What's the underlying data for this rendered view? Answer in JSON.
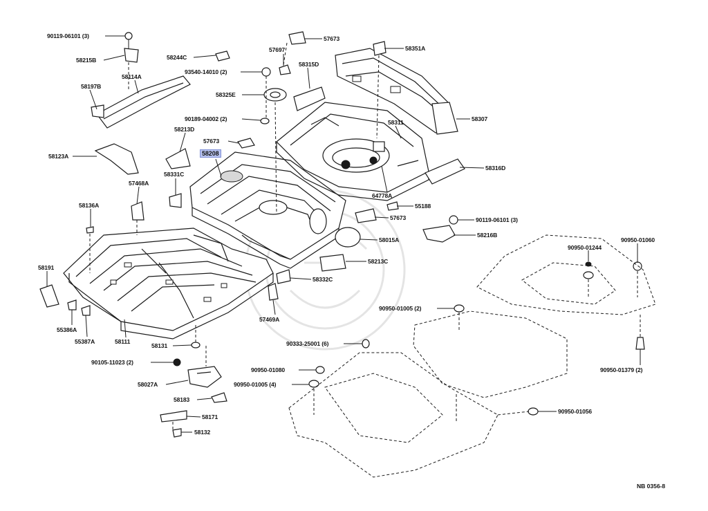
{
  "diagram": {
    "drawing_code": "NB 0356-8",
    "highlighted_part": "58208",
    "labels": [
      {
        "id": "p90119a",
        "text": "90119-06101 (3)"
      },
      {
        "id": "p58215b",
        "text": "58215B"
      },
      {
        "id": "p58114a",
        "text": "58114A"
      },
      {
        "id": "p58197b",
        "text": "58197B"
      },
      {
        "id": "p58123a",
        "text": "58123A"
      },
      {
        "id": "p58244c",
        "text": "58244C"
      },
      {
        "id": "p93540",
        "text": "93540-14010 (2)"
      },
      {
        "id": "p58325e",
        "text": "58325E"
      },
      {
        "id": "p90189",
        "text": "90189-04002 (2)"
      },
      {
        "id": "p58213d",
        "text": "58213D"
      },
      {
        "id": "p57673b",
        "text": "57673"
      },
      {
        "id": "p58208",
        "text": "58208"
      },
      {
        "id": "p58331c",
        "text": "58331C"
      },
      {
        "id": "p57468a",
        "text": "57468A"
      },
      {
        "id": "p58136a",
        "text": "58136A"
      },
      {
        "id": "p58191",
        "text": "58191"
      },
      {
        "id": "p55386a",
        "text": "55386A"
      },
      {
        "id": "p55387a",
        "text": "55387A"
      },
      {
        "id": "p58111",
        "text": "58111"
      },
      {
        "id": "p58131",
        "text": "58131"
      },
      {
        "id": "p90105",
        "text": "90105-11023 (2)"
      },
      {
        "id": "p58027a",
        "text": "58027A"
      },
      {
        "id": "p58183",
        "text": "58183"
      },
      {
        "id": "p58171",
        "text": "58171"
      },
      {
        "id": "p58132",
        "text": "58132"
      },
      {
        "id": "p57673a",
        "text": "57673"
      },
      {
        "id": "p57697",
        "text": "57697"
      },
      {
        "id": "p58315d",
        "text": "58315D"
      },
      {
        "id": "p58351a",
        "text": "58351A"
      },
      {
        "id": "p58307",
        "text": "58307"
      },
      {
        "id": "p58311",
        "text": "58311"
      },
      {
        "id": "p58316d",
        "text": "58316D"
      },
      {
        "id": "p64778a",
        "text": "64778A"
      },
      {
        "id": "p55188",
        "text": "55188"
      },
      {
        "id": "p57673c",
        "text": "57673"
      },
      {
        "id": "p90119b",
        "text": "90119-06101 (3)"
      },
      {
        "id": "p58216b",
        "text": "58216B"
      },
      {
        "id": "p58015a",
        "text": "58015A"
      },
      {
        "id": "p58213c",
        "text": "58213C"
      },
      {
        "id": "p58332c",
        "text": "58332C"
      },
      {
        "id": "p57469a",
        "text": "57469A"
      },
      {
        "id": "p90950_01244",
        "text": "90950-01244"
      },
      {
        "id": "p90950_01060",
        "text": "90950-01060"
      },
      {
        "id": "p90950_01005a",
        "text": "90950-01005 (2)"
      },
      {
        "id": "p90333",
        "text": "90333-25001 (6)"
      },
      {
        "id": "p90950_01080",
        "text": "90950-01080"
      },
      {
        "id": "p90950_01005b",
        "text": "90950-01005 (4)"
      },
      {
        "id": "p90950_01379",
        "text": "90950-01379 (2)"
      },
      {
        "id": "p90950_01056",
        "text": "90950-01056"
      }
    ]
  }
}
